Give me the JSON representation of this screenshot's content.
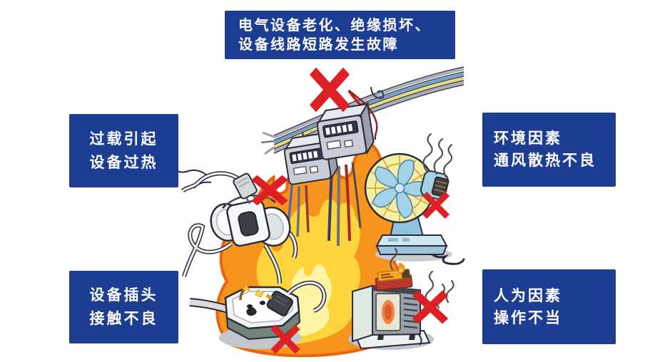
{
  "banner": {
    "line1": "电气设备老化、绝缘损坏、",
    "line2": "设备线路短路发生故障"
  },
  "labels": {
    "overload": {
      "line1": "过载引起",
      "line2": "设备过热"
    },
    "environment": {
      "line1": "环境因素",
      "line2": "通风散热不良"
    },
    "plug_contact": {
      "line1": "设备插头",
      "line2": "接触不良"
    },
    "human_factor": {
      "line1": "人为因素",
      "line2": "操作不当"
    }
  },
  "colors": {
    "canvas_background": "#ffffff",
    "label_background": "#1c3d92",
    "label_text": "#ffffff",
    "x_mark": "#dc2026",
    "flame_body": "#f7941e",
    "flame_outline": "#e8640d",
    "flame_inner": "#ffd43c",
    "flame_core": "#fff3a6"
  },
  "illustration": {
    "icons": [
      "fire-flame-icon",
      "aging-wires-electric-meters-icon",
      "overloaded-plug-adapter-icon",
      "overheating-fan-icon",
      "loose-plug-socket-icon",
      "burning-appliance-icon",
      "smoke-icon",
      "prohibition-x-icon"
    ]
  }
}
